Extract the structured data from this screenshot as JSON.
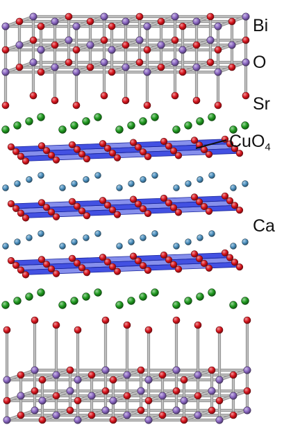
{
  "labels": {
    "bi": "Bi",
    "o": "O",
    "sr": "Sr",
    "cuo4_base": "CuO",
    "cuo4_sub": "4",
    "ca": "Ca"
  },
  "colors": {
    "bi": "#8a66c2",
    "o": "#d8141c",
    "sr": "#1f9a1f",
    "ca": "#4a8fbe",
    "cu_plane": "#2233dd",
    "bond": "#bfbfbf",
    "bond_edge": "#8c8c8c",
    "leader": "#111111"
  }
}
